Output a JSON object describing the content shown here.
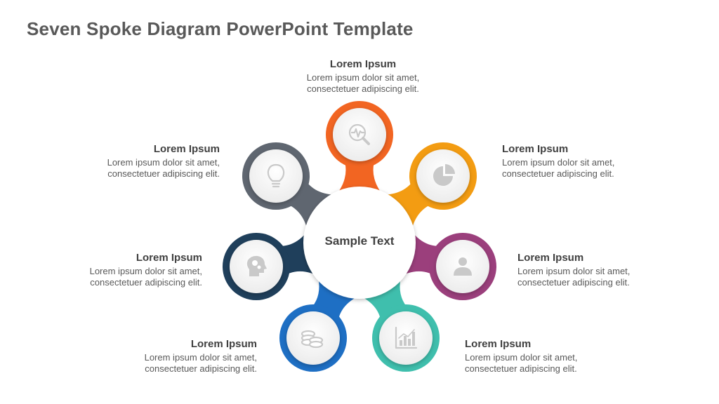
{
  "title": "Seven Spoke Diagram PowerPoint Template",
  "hub": {
    "text": "Sample Text"
  },
  "spokes": [
    {
      "id": "top",
      "color": "#F26522",
      "icon": "search-chart-icon",
      "heading": "Lorem Ipsum",
      "line1": "Lorem ipsum dolor sit amet,",
      "line2": "consectetuer adipiscing elit."
    },
    {
      "id": "upper-right",
      "color": "#F39C12",
      "icon": "pie-chart-icon",
      "heading": "Lorem Ipsum",
      "line1": "Lorem ipsum dolor sit amet,",
      "line2": "consectetuer adipiscing elit."
    },
    {
      "id": "right",
      "color": "#9B3F7C",
      "icon": "user-icon",
      "heading": "Lorem Ipsum",
      "line1": "Lorem ipsum dolor sit amet,",
      "line2": "consectetuer adipiscing elit."
    },
    {
      "id": "lower-right",
      "color": "#3FBFAD",
      "icon": "bar-chart-icon",
      "heading": "Lorem Ipsum",
      "line1": "Lorem ipsum dolor sit amet,",
      "line2": "consectetuer adipiscing elit."
    },
    {
      "id": "lower-left",
      "color": "#1E6FC4",
      "icon": "coins-icon",
      "heading": "Lorem Ipsum",
      "line1": "Lorem ipsum dolor sit amet,",
      "line2": "consectetuer adipiscing elit."
    },
    {
      "id": "left",
      "color": "#1F3F5B",
      "icon": "head-gears-icon",
      "heading": "Lorem Ipsum",
      "line1": "Lorem ipsum dolor sit amet,",
      "line2": "consectetuer adipiscing elit."
    },
    {
      "id": "upper-left",
      "color": "#5F6670",
      "icon": "lightbulb-icon",
      "heading": "Lorem Ipsum",
      "line1": "Lorem ipsum dolor sit amet,",
      "line2": "consectetuer adipiscing elit."
    }
  ]
}
